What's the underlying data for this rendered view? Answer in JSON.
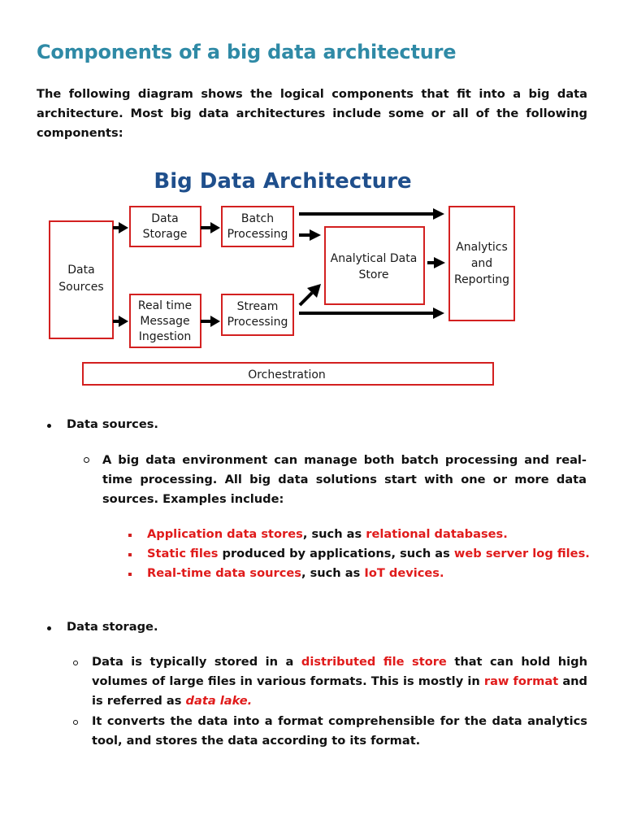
{
  "title": "Components of a big data architecture",
  "intro": "The following diagram shows the logical components that fit into a big data architecture. Most big data architectures include some or all of the following components:",
  "diagram": {
    "title": "Big Data Architecture",
    "data_sources": [
      "Data",
      "Sources"
    ],
    "data_storage": [
      "Data",
      "Storage"
    ],
    "batch_processing": [
      "Batch",
      "Processing"
    ],
    "realtime_ingestion": [
      "Real time",
      "Message",
      "Ingestion"
    ],
    "stream_processing": [
      "Stream",
      "Processing"
    ],
    "analytical_store": [
      "Analytical Data",
      "Store"
    ],
    "analytics_reporting": [
      "Analytics",
      "and",
      "Reporting"
    ],
    "orchestration": "Orchestration",
    "colors": {
      "box_border": "#d32020",
      "title": "#1f4f8c",
      "arrow": "#000000"
    }
  },
  "sections": {
    "data_sources": {
      "heading": "Data sources.",
      "description": "A big data environment can manage both batch processing and real-time processing. All big data solutions start with one or more data sources. Examples include:",
      "examples": [
        {
          "a": "Application data stores",
          "b": ", such as ",
          "c": "relational databases."
        },
        {
          "a": "Static files",
          "b": " produced by applications, such as ",
          "c": "web server log files."
        },
        {
          "a": "Real-time data sources",
          "b": ", such as ",
          "c": "IoT devices."
        }
      ]
    },
    "data_storage": {
      "heading": "Data storage.",
      "point1": {
        "p1": "Data is typically stored in a ",
        "r1": "distributed file store",
        "p2": " that can hold high volumes of large files in various formats. This is mostly in ",
        "r2": "raw format",
        "p3": " and is referred as ",
        "r3": "data lake."
      },
      "point2": "It converts the data into a format comprehensible for the data analytics tool, and stores the data according to its format."
    }
  },
  "colors": {
    "title": "#2f8aa6",
    "highlight": "#e01b1b",
    "text": "#111111"
  }
}
